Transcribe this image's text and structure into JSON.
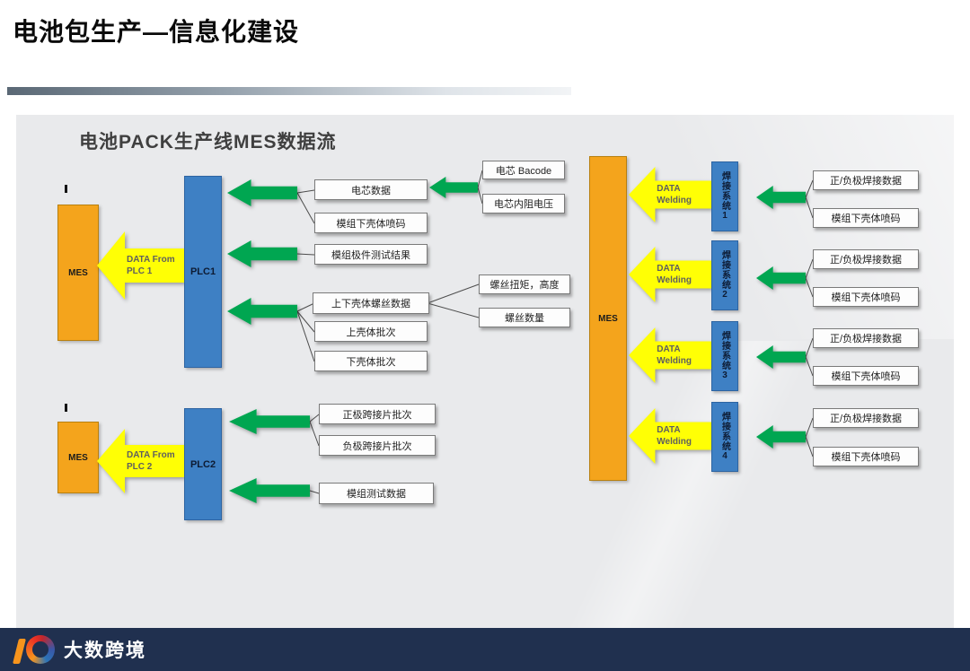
{
  "header": {
    "title": "电池包生产—信息化建设"
  },
  "diagram": {
    "title": "电池PACK生产线MES数据流",
    "left_top": {
      "mes": "MES",
      "plc": "PLC1",
      "arrow_line1": "DATA From",
      "arrow_line2": "PLC 1",
      "boxes": [
        "电芯数据",
        "模组下壳体喷码",
        "模组极件测试结果",
        "上下壳体螺丝数据",
        "上壳体批次",
        "下壳体批次"
      ],
      "cell_sources": [
        "电芯 Bacode",
        "电芯内阻电压"
      ],
      "screw_sources": [
        "螺丝扭矩，高度",
        "螺丝数量"
      ]
    },
    "left_bottom": {
      "mes": "MES",
      "plc": "PLC2",
      "arrow_line1": "DATA From",
      "arrow_line2": "PLC 2",
      "boxes": [
        "正极跨接片批次",
        "负极跨接片批次",
        "模组测试数据"
      ]
    },
    "right": {
      "mes": "MES",
      "arrow_line1": "DATA",
      "arrow_line2": "Welding",
      "systems": [
        {
          "label": "焊接系统1",
          "boxes": [
            "正/负极焊接数据",
            "模组下壳体喷码"
          ]
        },
        {
          "label": "焊接系统2",
          "boxes": [
            "正/负极焊接数据",
            "模组下壳体喷码"
          ]
        },
        {
          "label": "焊接系统3",
          "boxes": [
            "正/负极焊接数据",
            "模组下壳体喷码"
          ]
        },
        {
          "label": "焊接系统4",
          "boxes": [
            "正/负极焊接数据",
            "模组下壳体喷码"
          ]
        }
      ]
    }
  },
  "footer": {
    "brand": "大数跨境"
  },
  "colors": {
    "accent_orange": "#F4A41C",
    "accent_blue": "#3E80C4",
    "accent_green": "#00A651",
    "accent_yellow": "#FFFF05",
    "footer_bg": "#20304F"
  }
}
